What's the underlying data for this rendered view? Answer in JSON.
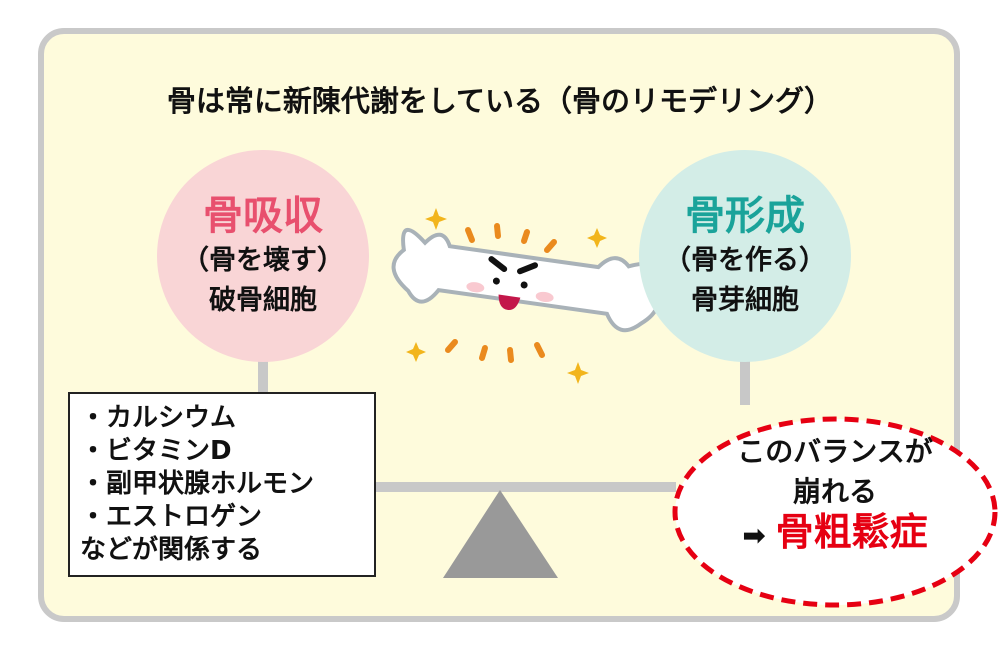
{
  "title": "骨は常に新陳代謝をしている（骨のリモデリング）",
  "left": {
    "heading": "骨吸収",
    "sub": "（骨を壊す）",
    "cell": "破骨細胞",
    "color": "#e8506e"
  },
  "right": {
    "heading": "骨形成",
    "sub": "（骨を作る）",
    "cell": "骨芽細胞",
    "color": "#1aa39a"
  },
  "factors": {
    "items": [
      "・カルシウム",
      "・ビタミンD",
      "・副甲状腺ホルモン",
      "・エストロゲン"
    ],
    "footer": "などが関係する"
  },
  "warning": {
    "line1": "このバランスが",
    "line2": "崩れる",
    "arrow": "➡",
    "result": "骨粗鬆症",
    "color": "#e60012"
  }
}
